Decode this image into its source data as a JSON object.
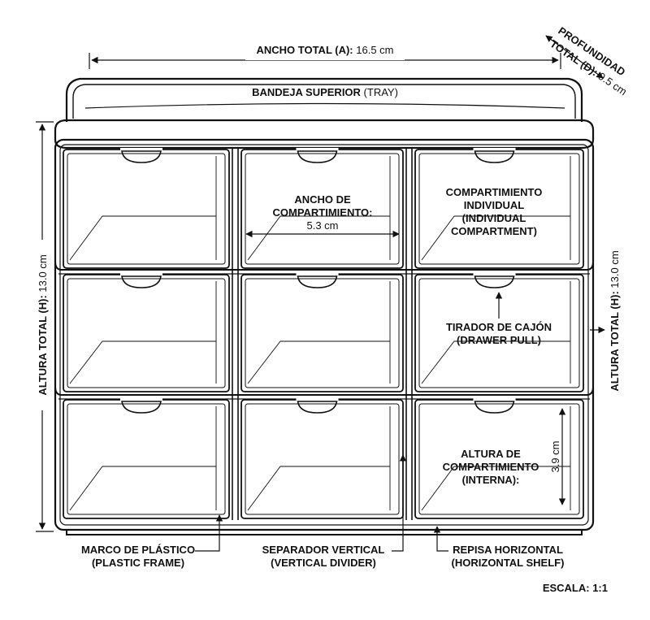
{
  "dimensions": {
    "width_label_bold": "ANCHO TOTAL (A):",
    "width_value": " 16.5 cm",
    "depth_line1": "PROFUNDIDAD",
    "depth_line2_bold": "TOTAL (D):",
    "depth_value": " 9.5 cm",
    "height_left_bold": "ALTURA TOTAL (H):",
    "height_left_value": " 13.0 cm",
    "height_right_bold": "ALTURA TOTAL (H):",
    "height_right_value": " 13.0 cm"
  },
  "callouts": {
    "tray_bold": "BANDEJA SUPERIOR",
    "tray_plain": " (TRAY)",
    "comp_width_line1": "ANCHO DE",
    "comp_width_line2": "COMPARTIMIENTO:",
    "comp_width_value": "5.3 cm",
    "individual_line1": "COMPARTIMIENTO",
    "individual_line2": "INDIVIDUAL",
    "individual_line3": "(INDIVIDUAL",
    "individual_line4": "COMPARTMENT)",
    "pull_line1": "TIRADOR DE CAJÓN",
    "pull_line2": "(DRAWER PULL)",
    "comp_height_line1": "ALTURA DE",
    "comp_height_line2": "COMPARTIMIENTO",
    "comp_height_line3": "(INTERNA):",
    "comp_height_value": "3.9 cm",
    "frame_line1": "MARCO DE PLÁSTICO",
    "frame_line2": "(PLASTIC FRAME)",
    "divider_line1": "SEPARADOR VERTICAL",
    "divider_line2": "(VERTICAL DIVIDER)",
    "shelf_line1": "REPISA HORIZONTAL",
    "shelf_line2": "(HORIZONTAL SHELF)",
    "scale": "ESCALA: 1:1"
  },
  "drawer_grid": {
    "rows": 3,
    "columns": 3
  },
  "colors": {
    "line": "#111111",
    "background": "#ffffff"
  }
}
